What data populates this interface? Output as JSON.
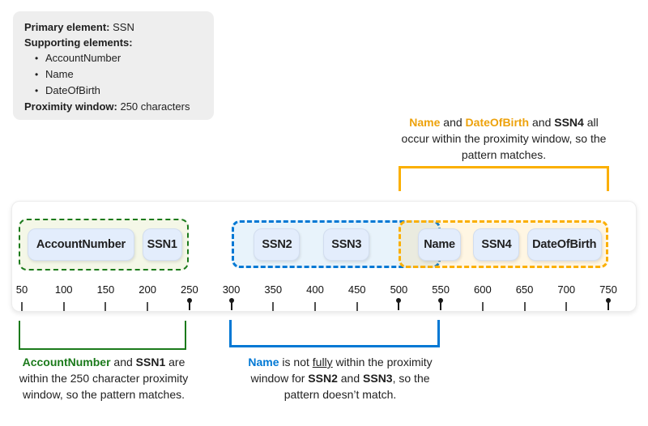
{
  "colors": {
    "green": "#1b7a1b",
    "blue": "#0078d4",
    "gold": "#fbaf00",
    "gold_text": "#eda20c",
    "element_box_fill": "#e3edfc",
    "info_box_bg": "#eeeeee"
  },
  "info_box": {
    "bullet": "•",
    "primary_label": "Primary element:",
    "primary_value": "SSN",
    "supporting_label": "Supporting elements:",
    "supporting_items": [
      "AccountNumber",
      "Name",
      "DateOfBirth"
    ],
    "proximity_label": "Proximity window:",
    "proximity_value": "250 characters"
  },
  "annotations": {
    "top": {
      "lines": [
        [
          {
            "text": "Name",
            "style": "gold"
          },
          {
            "text": " and "
          },
          {
            "text": "DateOfBirth",
            "style": "gold"
          },
          {
            "text": " and "
          },
          {
            "text": "SSN4",
            "style": "bold"
          },
          {
            "text": " all"
          }
        ],
        [
          {
            "text": "occur within the proximity window, so the"
          }
        ],
        [
          {
            "text": "pattern matches."
          }
        ]
      ]
    },
    "bottom_left": {
      "lines": [
        [
          {
            "text": "AccountNumber",
            "style": "green"
          },
          {
            "text": " and "
          },
          {
            "text": "SSN1",
            "style": "bold"
          },
          {
            "text": " are"
          }
        ],
        [
          {
            "text": "within the 250 character proximity"
          }
        ],
        [
          {
            "text": "window, so the pattern matches."
          }
        ]
      ]
    },
    "bottom_center": {
      "lines": [
        [
          {
            "text": "Name",
            "style": "blue"
          },
          {
            "text": " is not "
          },
          {
            "text": "fully",
            "style": "underline"
          },
          {
            "text": " within the proximity"
          }
        ],
        [
          {
            "text": "window for "
          },
          {
            "text": "SSN2",
            "style": "bold"
          },
          {
            "text": " and "
          },
          {
            "text": "SSN3",
            "style": "bold"
          },
          {
            "text": ", so the"
          }
        ],
        [
          {
            "text": "pattern doesn’t match."
          }
        ]
      ]
    }
  },
  "diagram": {
    "ruler": {
      "min": 50,
      "max": 750,
      "step": 50,
      "unit": "characters",
      "marked": [
        250,
        300,
        500,
        550,
        750
      ]
    },
    "windows": [
      {
        "id": "green",
        "start": 46,
        "end": 249
      },
      {
        "id": "blue",
        "start": 300,
        "end": 550
      },
      {
        "id": "orange",
        "start": 500,
        "end": 750
      }
    ],
    "elements": [
      {
        "label": "AccountNumber",
        "start": 57,
        "end": 184
      },
      {
        "label": "SSN1",
        "start": 194,
        "end": 241
      },
      {
        "label": "SSN2",
        "start": 327,
        "end": 382
      },
      {
        "label": "SSN3",
        "start": 410,
        "end": 465
      },
      {
        "label": "Name",
        "start": 523,
        "end": 574
      },
      {
        "label": "SSN4",
        "start": 589,
        "end": 644
      },
      {
        "label": "DateOfBirth",
        "start": 653,
        "end": 742
      }
    ]
  }
}
